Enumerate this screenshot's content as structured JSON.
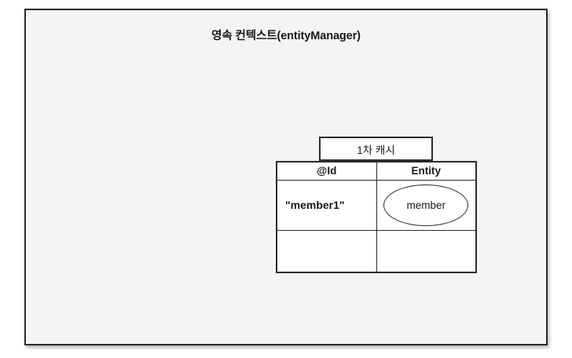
{
  "diagram": {
    "persistence_context": {
      "title": "영속 컨텍스트(entityManager)"
    },
    "first_level_cache": {
      "tab_label": "1차 캐시",
      "columns": [
        {
          "key": "id",
          "header": "@Id"
        },
        {
          "key": "entity",
          "header": "Entity"
        }
      ],
      "rows": [
        {
          "id": "\"member1\"",
          "entity": "member"
        },
        {
          "id": "",
          "entity": ""
        }
      ]
    }
  },
  "colors": {
    "frame_background": "#f4f4f4",
    "page_background": "#ffffff",
    "stroke": "#2b2b2b",
    "text": "#16191c",
    "cell_background": "#ffffff"
  }
}
